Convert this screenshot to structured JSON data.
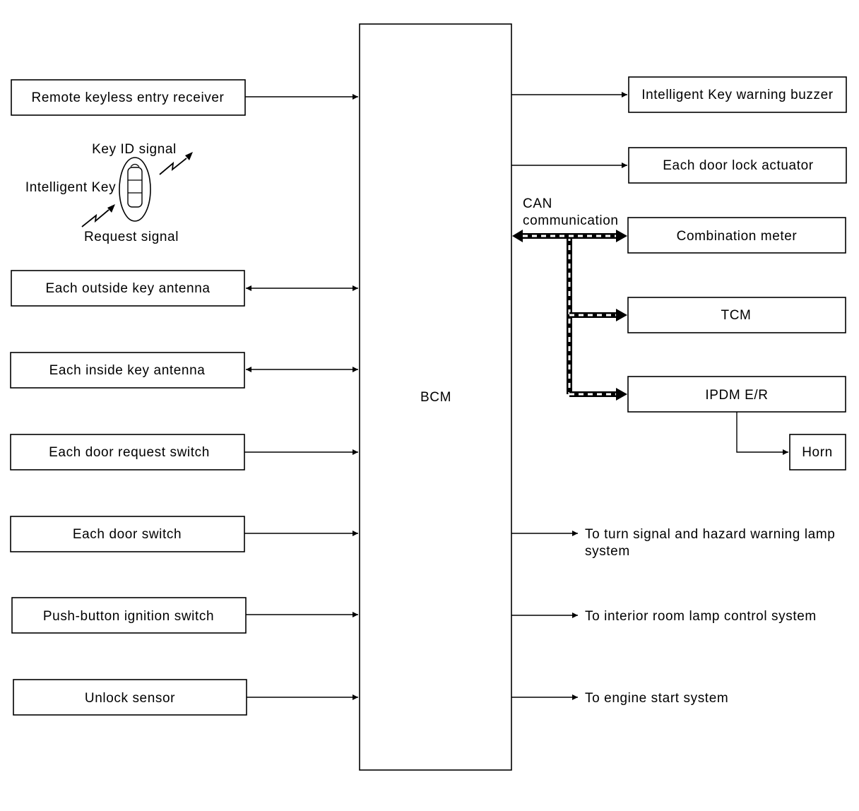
{
  "bcm": {
    "label": "BCM"
  },
  "inputs": [
    "Remote keyless entry receiver",
    "Each outside key antenna",
    "Each inside key antenna",
    "Each door request switch",
    "Each door switch",
    "Push-button ignition switch",
    "Unlock sensor"
  ],
  "intelligent_key": {
    "label": "Intelligent Key",
    "key_id_signal": "Key ID signal",
    "request_signal": "Request signal"
  },
  "outputs": [
    "Intelligent Key warning buzzer",
    "Each door lock actuator"
  ],
  "can": {
    "label_line1": "CAN",
    "label_line2": "communication",
    "nodes": [
      "Combination meter",
      "TCM",
      "IPDM E/R"
    ]
  },
  "horn": {
    "label": "Horn"
  },
  "systems": {
    "turn_signal_line1": "To turn signal and hazard warning lamp",
    "turn_signal_line2": "system",
    "interior_lamp": "To interior room lamp control system",
    "engine_start": "To engine start system"
  }
}
